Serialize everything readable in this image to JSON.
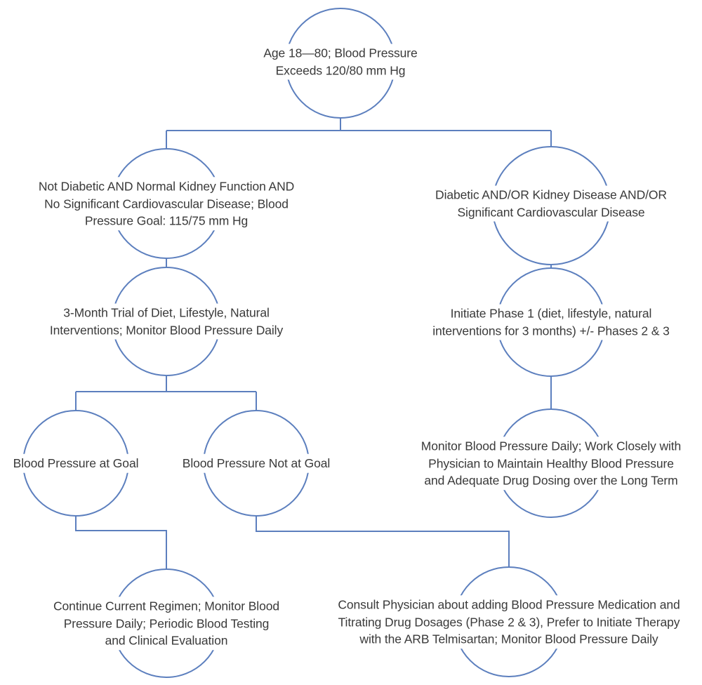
{
  "diagram": {
    "type": "flowchart",
    "topic": "Blood pressure management decision tree",
    "colors": {
      "line": "#5c7fbe",
      "text": "#3a3a3a",
      "background": "#ffffff"
    },
    "nodes": {
      "root": {
        "text": "Age 18—80; Blood Pressure\nExceeds 120/80 mm Hg"
      },
      "left_branch": {
        "text": "Not Diabetic AND Normal Kidney Function AND\nNo Significant Cardiovascular Disease; Blood\nPressure Goal: 115/75 mm Hg"
      },
      "right_branch": {
        "text": "Diabetic AND/OR Kidney Disease AND/OR\nSignificant Cardiovascular Disease"
      },
      "trial": {
        "text": "3-Month Trial of Diet, Lifestyle, Natural\nInterventions; Monitor Blood Pressure Daily"
      },
      "initiate": {
        "text": "Initiate Phase 1 (diet, lifestyle, natural\ninterventions for 3 months) +/- Phases 2 & 3"
      },
      "at_goal": {
        "text": "Blood Pressure at Goal"
      },
      "not_at_goal": {
        "text": "Blood Pressure Not at Goal"
      },
      "monitor_long_term": {
        "text": "Monitor Blood Pressure Daily; Work Closely with\nPhysician to Maintain Healthy Blood Pressure\nand Adequate Drug Dosing over the Long Term"
      },
      "continue_regimen": {
        "text": "Continue Current Regimen; Monitor Blood\nPressure Daily; Periodic Blood Testing\nand Clinical Evaluation"
      },
      "consult_physician": {
        "text": "Consult Physician about adding Blood Pressure Medication and\nTitrating Drug Dosages (Phase 2 & 3), Prefer to Initiate Therapy\nwith the ARB Telmisartan; Monitor Blood Pressure Daily"
      }
    },
    "edges": [
      {
        "from": "root",
        "to": "left_branch"
      },
      {
        "from": "root",
        "to": "right_branch"
      },
      {
        "from": "left_branch",
        "to": "trial"
      },
      {
        "from": "right_branch",
        "to": "initiate"
      },
      {
        "from": "trial",
        "to": "at_goal"
      },
      {
        "from": "trial",
        "to": "not_at_goal"
      },
      {
        "from": "initiate",
        "to": "monitor_long_term"
      },
      {
        "from": "at_goal",
        "to": "continue_regimen"
      },
      {
        "from": "not_at_goal",
        "to": "consult_physician"
      }
    ]
  }
}
